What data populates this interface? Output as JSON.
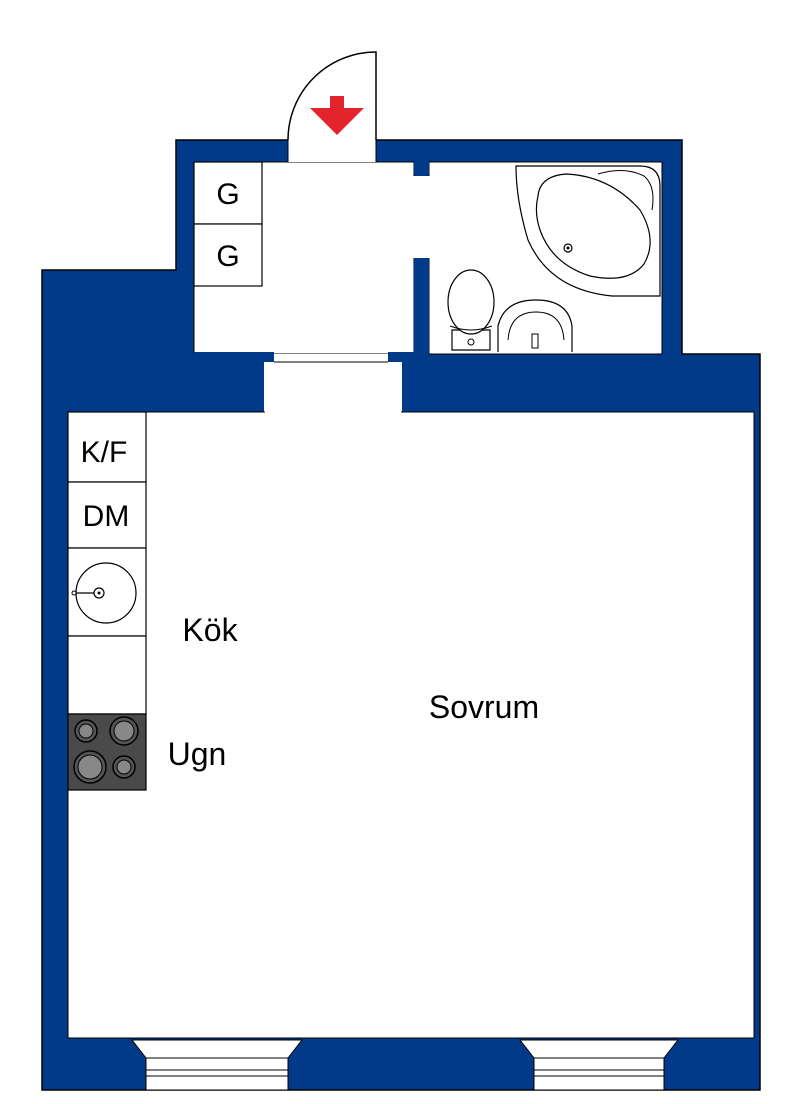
{
  "colors": {
    "wall": "#023a8a",
    "outline": "#000000",
    "floor": "#ffffff",
    "entrance_arrow": "#e3242b",
    "stove": "#4a4a4a",
    "burner": "#8a8a8a"
  },
  "icons": {
    "entrance": "red-down-arrow-icon",
    "bathtub": "corner-bathtub-icon",
    "toilet": "toilet-icon",
    "washbasin": "washbasin-icon",
    "kitchen_sink": "round-sink-icon",
    "stove": "four-burner-stove-icon",
    "window": "window-icon"
  },
  "rooms": {
    "kitchen": "Kök",
    "bedroom": "Sovrum",
    "oven": "Ugn"
  },
  "wardrobes": [
    "G",
    "G"
  ],
  "kitchen_units": {
    "fridge_freezer": "K/F",
    "dishwasher": "DM"
  }
}
